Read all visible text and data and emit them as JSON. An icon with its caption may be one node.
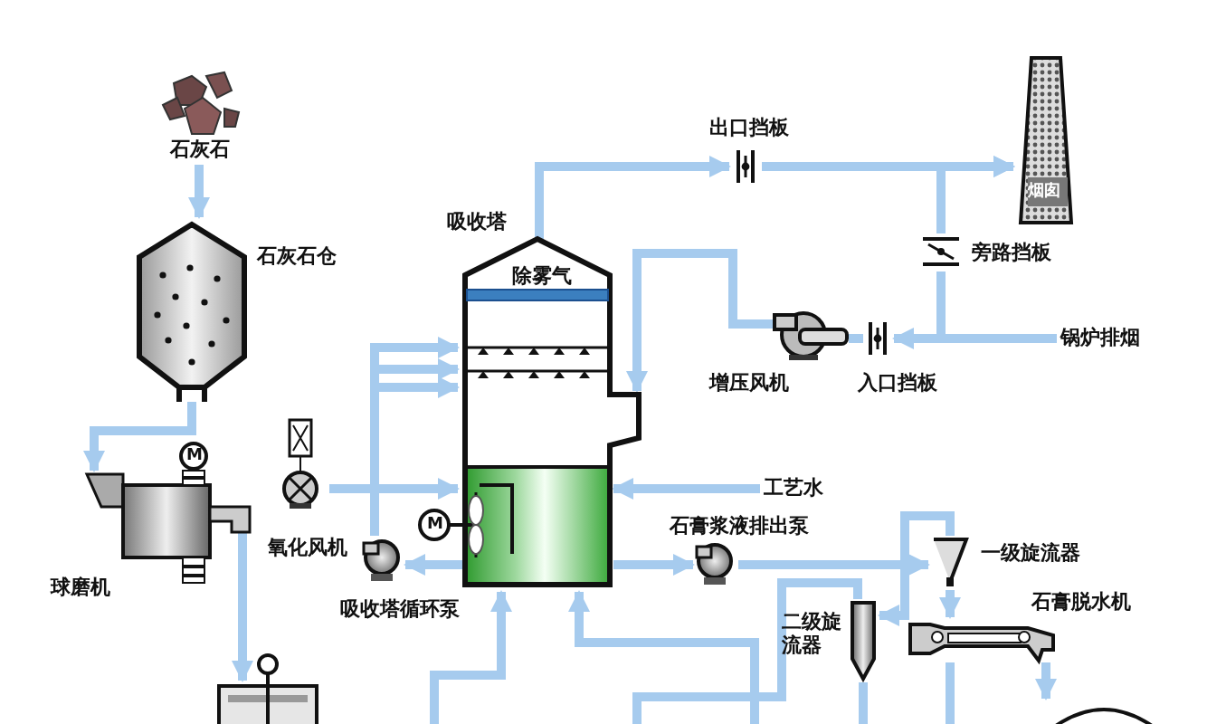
{
  "diagram": {
    "nodes": [
      {
        "text": [
          "石灰石"
        ]
      },
      {
        "text": [
          "石灰石仓"
        ]
      },
      {
        "text": [
          "吸收塔",
          "除雾气"
        ]
      },
      {
        "text": [
          "出口挡板"
        ]
      },
      {
        "text": [
          "烟囱"
        ]
      },
      {
        "text": [
          "旁路挡板"
        ]
      },
      {
        "text": [
          "锅炉排烟"
        ]
      },
      {
        "text": [
          "增压风机"
        ]
      },
      {
        "text": [
          "入口挡板"
        ]
      },
      {
        "text": [
          "球磨机"
        ]
      },
      {
        "text": [
          "氧化风机"
        ]
      },
      {
        "text": [
          "吸收塔循环泵"
        ]
      },
      {
        "text": [
          "工艺水"
        ]
      },
      {
        "text": [
          "石膏浆液排出泵"
        ]
      },
      {
        "text": [
          "一级旋流器"
        ]
      },
      {
        "text": [
          "二级旋流器"
        ]
      },
      {
        "text": [
          "石膏脱水机"
        ]
      },
      {
        "text": [],
        "shape": "box"
      },
      {
        "text": [],
        "shape": "circle"
      }
    ],
    "edges": [
      {
        "from": 0,
        "to": 1,
        "arrow": "to"
      },
      {
        "from": 1,
        "to": 9,
        "arrow": "to"
      },
      {
        "from": 9,
        "to": 17,
        "arrow": "to"
      },
      {
        "from": 2,
        "to": 3,
        "arrow": "to"
      },
      {
        "from": 3,
        "to": 4,
        "arrow": "to"
      },
      {
        "from": 6,
        "to": 8,
        "arrow": "to"
      },
      {
        "from": 8,
        "to": 7,
        "arrow": "none"
      },
      {
        "from": 6,
        "to": 5,
        "arrow": "none"
      },
      {
        "from": 5,
        "to": 4,
        "arrow": "to"
      },
      {
        "from": 7,
        "to": 2,
        "arrow": "to"
      },
      {
        "from": 10,
        "to": 2,
        "arrow": "to"
      },
      {
        "from": 2,
        "to": 11,
        "arrow": "to"
      },
      {
        "from": 11,
        "to": 2,
        "arrow": "to"
      },
      {
        "from": 12,
        "to": 2,
        "arrow": "to"
      },
      {
        "from": 2,
        "to": 13,
        "arrow": "to"
      },
      {
        "from": 13,
        "to": 14,
        "arrow": "to"
      },
      {
        "from": 14,
        "to": 16,
        "arrow": "to"
      },
      {
        "from": 14,
        "to": 15,
        "arrow": "to"
      },
      {
        "from": 16,
        "to": 18,
        "arrow": "to"
      },
      {
        "from": null,
        "to": 2,
        "arrow": "to"
      },
      {
        "from": null,
        "to": 2,
        "arrow": "to"
      },
      {
        "from": 15,
        "to": null,
        "arrow": "none"
      },
      {
        "from": 15,
        "to": null,
        "arrow": "none"
      },
      {
        "from": 16,
        "to": null,
        "arrow": "none"
      }
    ],
    "labels": [
      "M",
      "M"
    ]
  }
}
